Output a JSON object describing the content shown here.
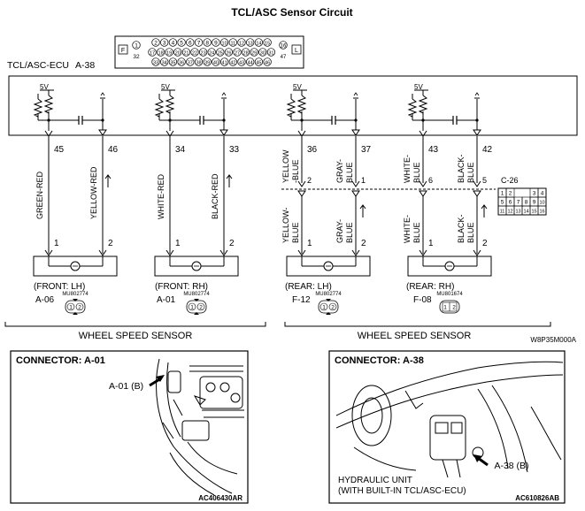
{
  "title": "TCL/ASC Sensor Circuit",
  "ecu": {
    "label": "TCL/ASC-ECU",
    "connector": "A-38",
    "pin_box": {
      "left_side": [
        "1",
        "32"
      ],
      "left_tag": "F",
      "right_side": [
        "16",
        "47"
      ],
      "right_tag": "L",
      "row1": [
        "2",
        "3",
        "4",
        "5",
        "6",
        "7",
        "8",
        "9",
        "10",
        "11",
        "12",
        "13",
        "14",
        "15"
      ],
      "row2": [
        "17",
        "18",
        "19",
        "20",
        "21",
        "22",
        "23",
        "24",
        "25",
        "26",
        "27",
        "28",
        "29",
        "30",
        "31"
      ],
      "row3": [
        "33",
        "34",
        "35",
        "36",
        "37",
        "38",
        "39",
        "40",
        "41",
        "42",
        "43",
        "44",
        "45",
        "46"
      ]
    }
  },
  "supply": "5V",
  "ecu_pins": [
    "45",
    "46",
    "34",
    "33",
    "36",
    "37",
    "43",
    "42"
  ],
  "wires": {
    "front_lh_a": "GREEN-RED",
    "front_lh_b": "YELLOW-RED",
    "front_rh_a": "WHITE-RED",
    "front_rh_b": "BLACK-RED",
    "rear_lh_top_a": [
      "YELLOW",
      "-BLUE"
    ],
    "rear_lh_top_b": [
      "GRAY-",
      "BLUE"
    ],
    "rear_rh_top_a": [
      "WHITE-",
      "BLUE"
    ],
    "rear_rh_top_b": [
      "BLACK-",
      "BLUE"
    ],
    "rear_lh_bot_a": [
      "YELLOW-",
      "BLUE"
    ],
    "rear_lh_bot_b": [
      "GRAY-",
      "BLUE"
    ],
    "rear_rh_bot_a": [
      "WHITE-",
      "BLUE"
    ],
    "rear_rh_bot_b": [
      "BLACK-",
      "BLUE"
    ]
  },
  "junction": {
    "label": "C-26",
    "pins_rear_lh": [
      "2",
      "1"
    ],
    "pins_rear_rh": [
      "6",
      "5"
    ],
    "grid": [
      [
        "1",
        "2",
        "",
        "",
        "3",
        "4"
      ],
      [
        "5",
        "6",
        "7",
        "8",
        "9",
        "10"
      ],
      [
        "11",
        "12",
        "13",
        "14",
        "15",
        "16"
      ]
    ]
  },
  "sensors": [
    {
      "name": "(FRONT: LH)",
      "connector": "A-06",
      "part": "MU802774",
      "pins": [
        "1",
        "2"
      ]
    },
    {
      "name": "(FRONT: RH)",
      "connector": "A-01",
      "part": "MU802774",
      "pins": [
        "1",
        "2"
      ]
    },
    {
      "name": "(REAR: LH)",
      "connector": "F-12",
      "part": "MU802774",
      "pins": [
        "1",
        "2"
      ]
    },
    {
      "name": "(REAR: RH)",
      "connector": "F-08",
      "part": "MU801674",
      "pins": [
        "1",
        "2"
      ]
    }
  ],
  "group_label_front": "WHEEL SPEED SENSOR",
  "group_label_rear": "WHEEL SPEED SENSOR",
  "diagram_code": "W8P35M000A",
  "panel_left": {
    "title": "CONNECTOR: A-01",
    "callout": "A-01 (B)",
    "code": "AC406430AR"
  },
  "panel_right": {
    "title": "CONNECTOR: A-38",
    "callout": "A-38 (B)",
    "caption_line1": "HYDRAULIC UNIT",
    "caption_line2": "(WITH BUILT-IN TCL/ASC-ECU)",
    "code": "AC610826AB"
  }
}
